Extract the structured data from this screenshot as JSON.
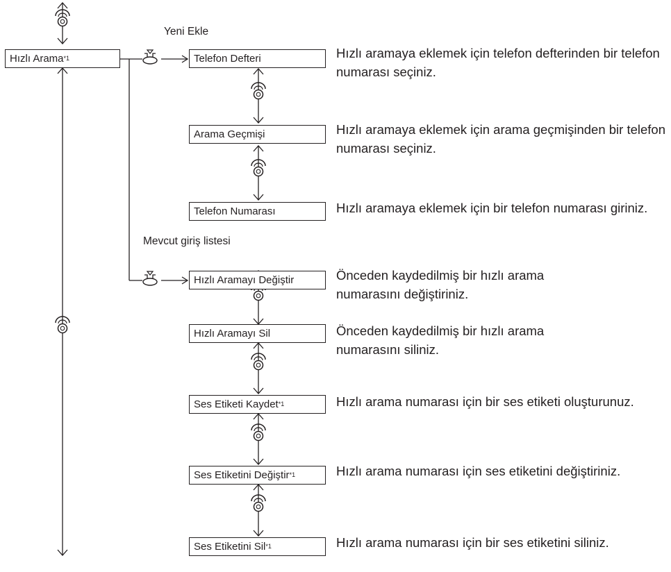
{
  "root": {
    "label": "Hızlı Arama",
    "note": "*1"
  },
  "branch_labels": {
    "new": "Yeni Ekle",
    "existing": "Mevcut giriş listesi"
  },
  "items": [
    {
      "label": "Telefon Defteri",
      "note": "",
      "description": "Hızlı aramaya eklemek için telefon defterinden bir telefon numarası seçiniz."
    },
    {
      "label": "Arama Geçmişi",
      "note": "",
      "description": "Hızlı aramaya eklemek için arama geçmişinden bir telefon numarası seçiniz."
    },
    {
      "label": "Telefon Numarası",
      "note": "",
      "description": "Hızlı aramaya eklemek için bir telefon numarası giriniz."
    },
    {
      "label": "Hızlı Aramayı Değiştir",
      "note": "",
      "description": "Önceden kaydedilmiş bir hızlı arama numarasını değiştiriniz."
    },
    {
      "label": "Hızlı Aramayı Sil",
      "note": "",
      "description": "Önceden kaydedilmiş bir hızlı arama numarasını siliniz."
    },
    {
      "label": "Ses Etiketi Kaydet",
      "note": "*1",
      "description": "Hızlı arama numarası için bir ses etiketi oluşturunuz."
    },
    {
      "label": "Ses Etiketini Değiştir",
      "note": "*1",
      "description": "Hızlı arama numarası için ses etiketini değiştiriniz."
    },
    {
      "label": "Ses Etiketini Sil",
      "note": "*1",
      "description": "Hızlı arama numarası için bir ses etiketini siliniz."
    }
  ]
}
